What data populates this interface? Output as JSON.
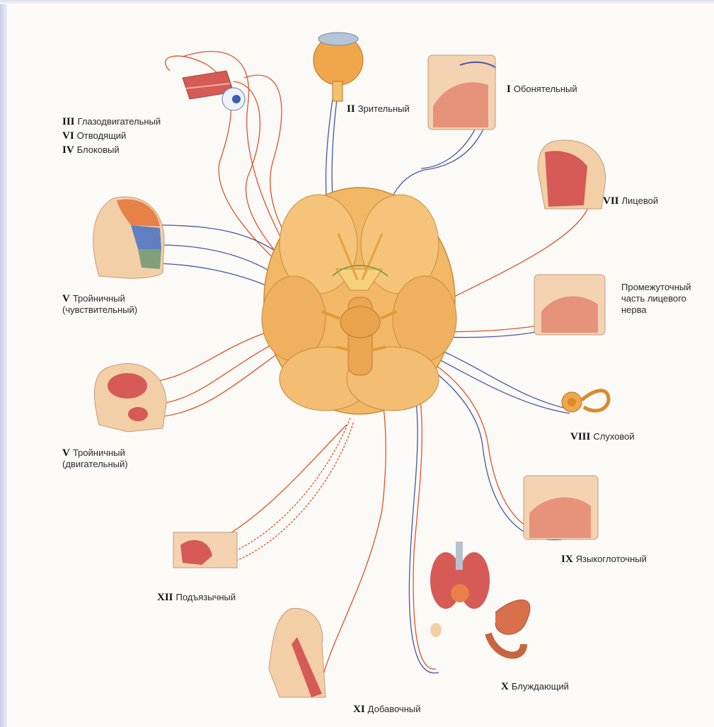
{
  "colors": {
    "motor_nerve": "#e0532b",
    "sensory_nerve": "#4a56a6",
    "brain": "#f2b866",
    "brain_shade": "#d9903c",
    "tissue": "#e7927b",
    "skin": "#f3cfa8",
    "muscle": "#d65a55"
  },
  "labels": {
    "nerve_1": {
      "num": "I",
      "name": "Обонятельный"
    },
    "nerve_2": {
      "num": "II",
      "name": "Зрительный"
    },
    "nerve_3": {
      "num": "III",
      "name": "Глазодвигательный"
    },
    "nerve_6": {
      "num": "VI",
      "name": "Отводящий"
    },
    "nerve_4": {
      "num": "IV",
      "name": "Блоковый"
    },
    "nerve_5_sensory": {
      "num": "V",
      "name": "Тройничный",
      "line2": "(чувствительный)"
    },
    "nerve_5_motor": {
      "num": "V",
      "name": "Тройничный",
      "line2": "(двигательный)"
    },
    "nerve_7": {
      "num": "VII",
      "name": "Лицевой"
    },
    "nerve_intermediate": {
      "line1": "Промежуточный",
      "line2": "часть лицевого",
      "line3": "нерва"
    },
    "nerve_8": {
      "num": "VIII",
      "name": "Слуховой"
    },
    "nerve_9": {
      "num": "IX",
      "name": "Языкоглоточный"
    },
    "nerve_10": {
      "num": "X",
      "name": "Блуждающий"
    },
    "nerve_11": {
      "num": "XI",
      "name": "Добавочный"
    },
    "nerve_12": {
      "num": "XII",
      "name": "Подъязычный"
    }
  }
}
